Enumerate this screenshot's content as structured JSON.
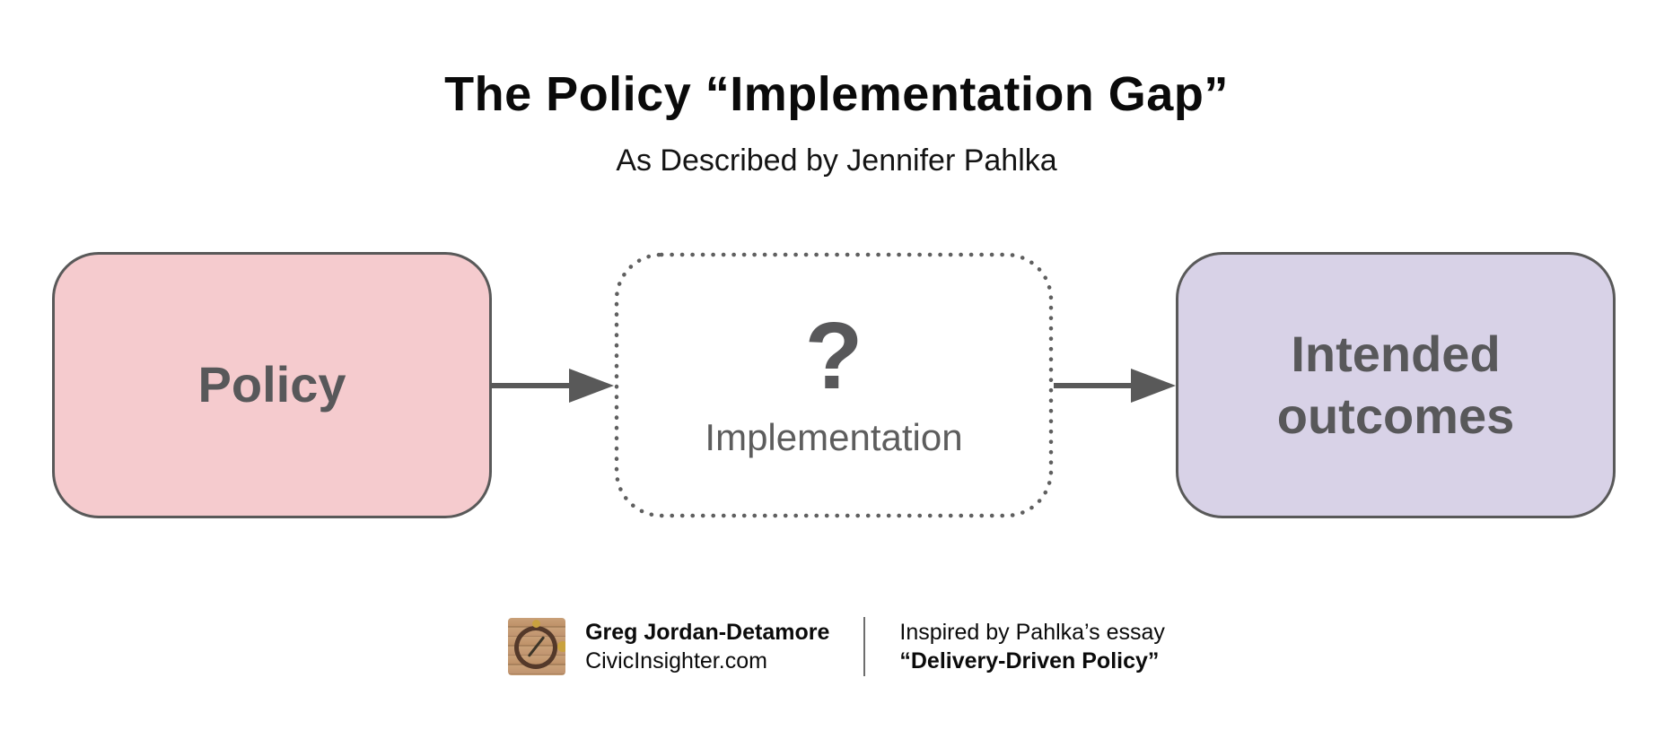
{
  "header": {
    "title": "The Policy “Implementation Gap”",
    "subtitle": "As Described by Jennifer Pahlka"
  },
  "diagram": {
    "policy_box": {
      "label": "Policy",
      "fill": "#f5cbce"
    },
    "implementation_box": {
      "question_mark": "?",
      "label": "Implementation"
    },
    "outcomes_box": {
      "label": "Intended outcomes",
      "fill": "#d8d2e7"
    }
  },
  "footer": {
    "author": {
      "name": "Greg Jordan-Detamore",
      "site": "CivicInsighter.com",
      "logo": "compass-on-wood-photo"
    },
    "credit": {
      "line1": "Inspired by Pahlka’s essay",
      "line2": "“Delivery-Driven Policy”"
    }
  },
  "colors": {
    "policy_fill": "#f5cbce",
    "outcomes_fill": "#d8d2e7",
    "box_border": "#595959",
    "box_text": "#58585a",
    "dotted_border": "#5f5f5f",
    "arrow": "#595959",
    "heading_text": "#0a0a0a",
    "footer_text": "#0b0b0b"
  }
}
